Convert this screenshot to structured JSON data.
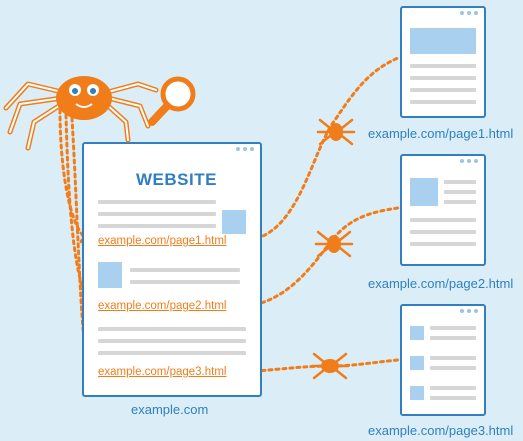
{
  "website": {
    "title": "WEBSITE",
    "caption": "example.com",
    "links": [
      "example.com/page1.html",
      "example.com/page2.html",
      "example.com/page3.html"
    ]
  },
  "pages": [
    {
      "caption": "example.com/page1.html"
    },
    {
      "caption": "example.com/page2.html"
    },
    {
      "caption": "example.com/page3.html"
    }
  ],
  "colors": {
    "background": "#dbeef8",
    "accent_blue": "#2f7fc1",
    "accent_orange": "#f07d1a",
    "placeholder_blue": "#a9d0ee"
  },
  "icons": {
    "crawler": "spider-with-magnifier-icon",
    "small_crawlers": "spider-icon"
  }
}
